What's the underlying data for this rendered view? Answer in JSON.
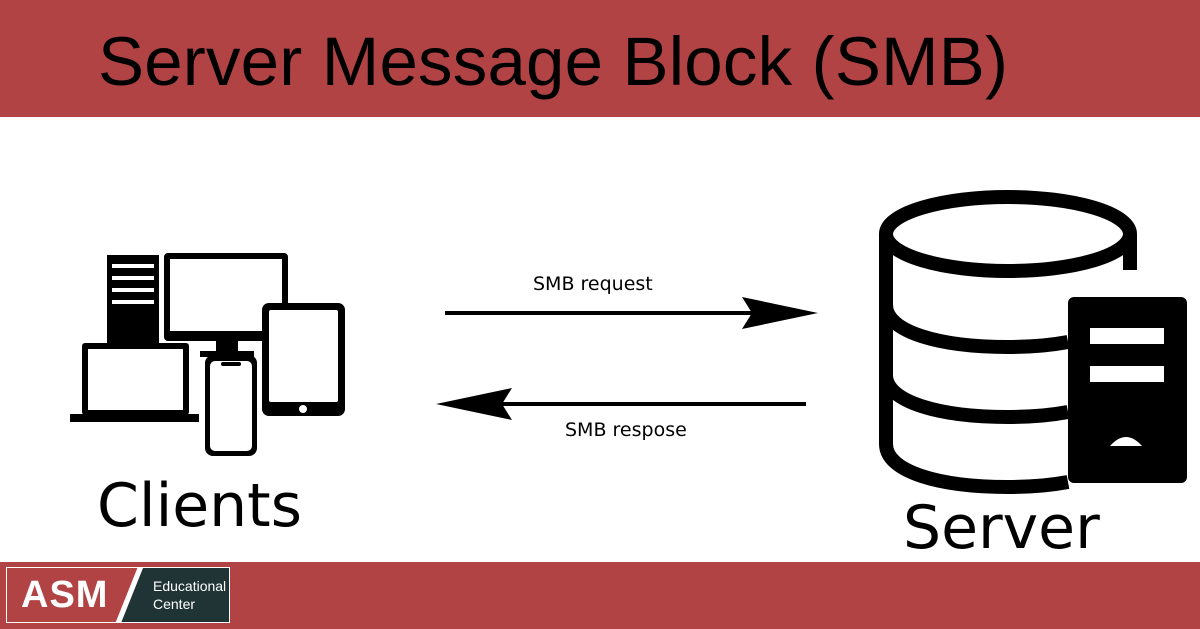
{
  "title": "Server Message Block (SMB)",
  "diagram": {
    "clients_label": "Clients",
    "server_label": "Server",
    "request_label": "SMB request",
    "response_label": "SMB respose"
  },
  "logo": {
    "brand": "ASM",
    "subtitle_line1": "Educational",
    "subtitle_line2": "Center"
  },
  "colors": {
    "band": "#b24345",
    "logo_dark": "#203436",
    "ink": "#000000"
  },
  "icons": [
    "desktop-tower-icon",
    "monitor-icon",
    "tablet-icon",
    "laptop-icon",
    "smartphone-icon",
    "database-icon",
    "server-tower-icon"
  ]
}
